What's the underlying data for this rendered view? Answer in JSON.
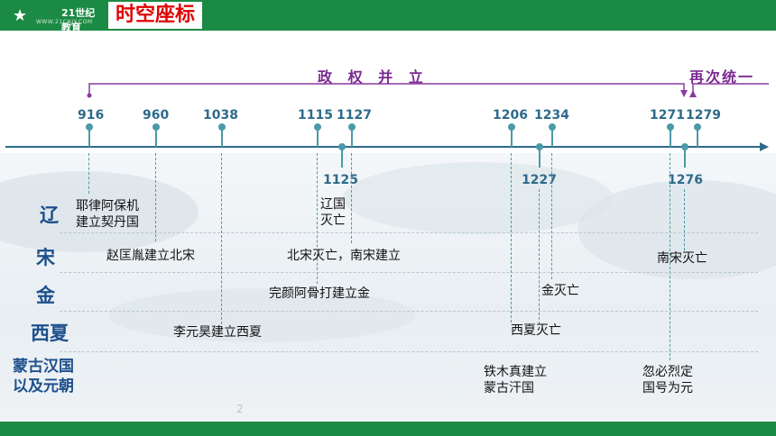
{
  "header": {
    "logo_text": "21世纪教育",
    "logo_sub": "WWW.21CNJY.COM",
    "title": "时空座标"
  },
  "phases": {
    "parallel": "政 权 并 立",
    "reunify": "再次统一"
  },
  "years_top": [
    "916",
    "960",
    "1038",
    "1115",
    "1127",
    "1206",
    "1234",
    "1271",
    "1279"
  ],
  "years_bottom": [
    "1125",
    "1227",
    "1276"
  ],
  "rows": [
    "辽",
    "宋",
    "金",
    "西夏",
    "蒙古汉国\n以及元朝"
  ],
  "events": {
    "liao_found": "耶律阿保机\n建立契丹国",
    "liao_end": "辽国\n灭亡",
    "song_found": "赵匡胤建立北宋",
    "song_split": "北宋灭亡，南宋建立",
    "song_end": "南宋灭亡",
    "jin_found": "完颜阿骨打建立金",
    "jin_end": "金灭亡",
    "xixia_found": "李元昊建立西夏",
    "xixia_end": "西夏灭亡",
    "mongol_found": "铁木真建立\n蒙古汗国",
    "yuan_found": "忽必烈定\n国号为元"
  },
  "page_number": "2"
}
